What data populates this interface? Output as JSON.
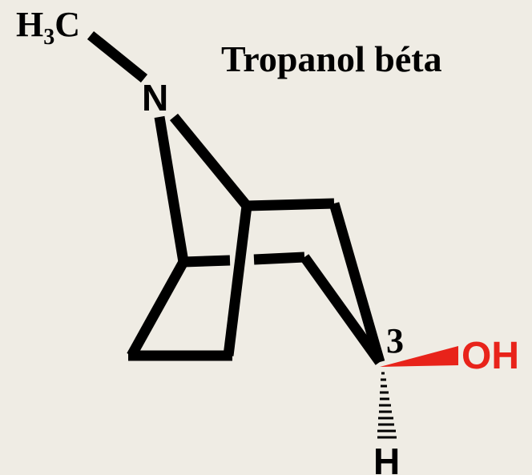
{
  "diagram": {
    "title": "Tropanol béta",
    "methyl_label": {
      "main_h": "H",
      "subscript": "3",
      "main_c": "C"
    },
    "nitrogen_label": "N",
    "position_label": "3",
    "hydroxyl_label": "OH",
    "hydrogen_label": "H",
    "colors": {
      "background": "#efece4",
      "bonds": "#000000",
      "hydroxyl": "#e8231a",
      "text": "#000000"
    }
  }
}
